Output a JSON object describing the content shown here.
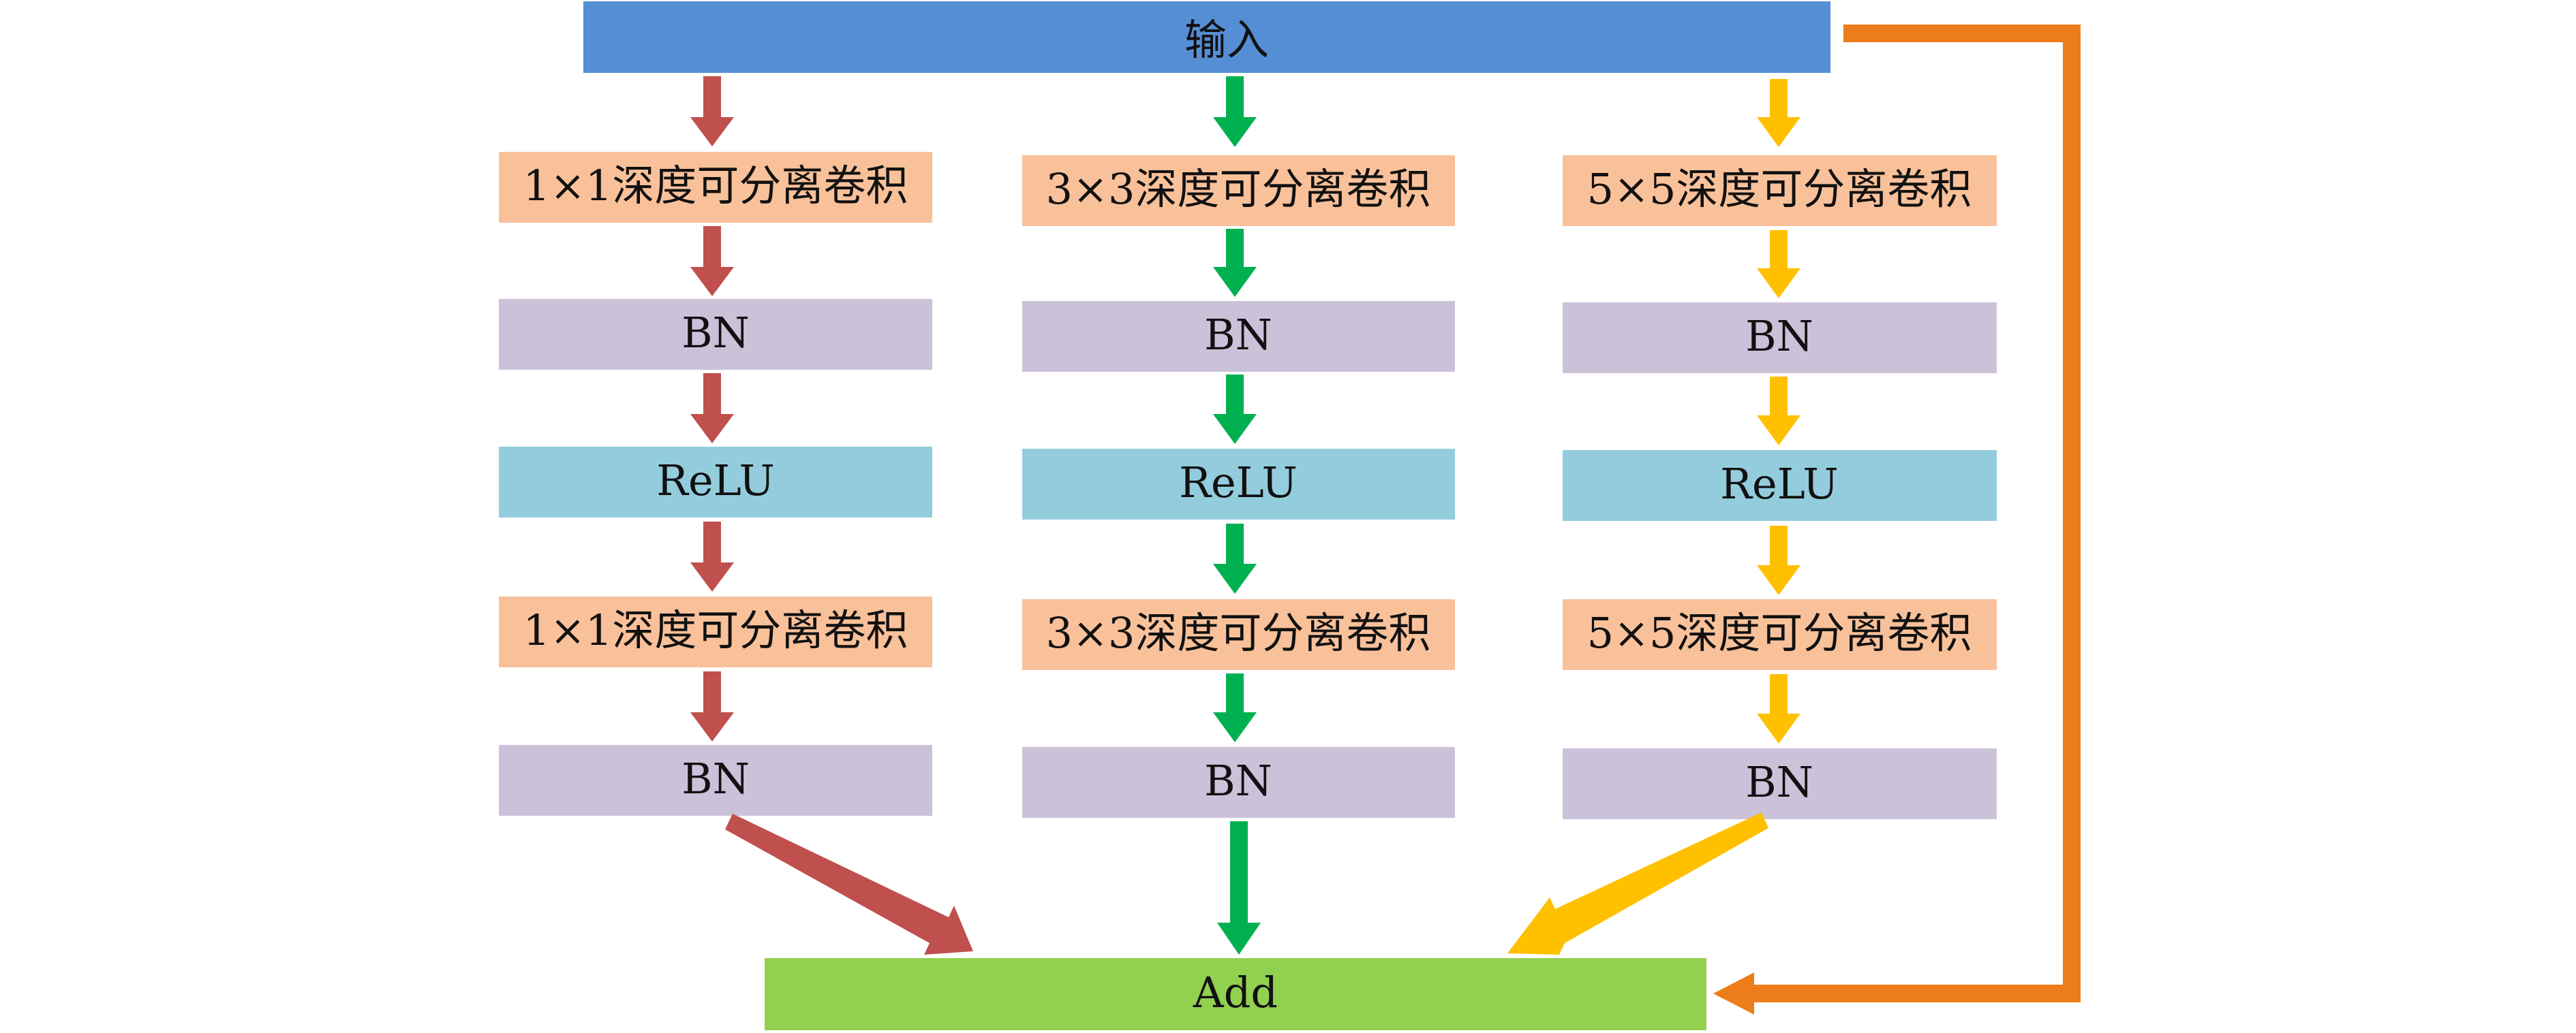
{
  "colors": {
    "input": "#558ED5",
    "conv": "#F9C19A",
    "bn": "#CBC2DA",
    "relu": "#93CDDD",
    "add": "#92D050",
    "branch_1x1": "#C0504D",
    "branch_3x3": "#00B050",
    "branch_5x5": "#FFC000",
    "skip": "#ED7D1A"
  },
  "input": {
    "label": "输入"
  },
  "branches": [
    {
      "id": "1x1",
      "nodes": [
        {
          "type": "conv",
          "label": "1×1深度可分离卷积"
        },
        {
          "type": "bn",
          "label": "BN"
        },
        {
          "type": "relu",
          "label": "ReLU"
        },
        {
          "type": "conv",
          "label": "1×1深度可分离卷积"
        },
        {
          "type": "bn",
          "label": "BN"
        }
      ]
    },
    {
      "id": "3x3",
      "nodes": [
        {
          "type": "conv",
          "label": "3×3深度可分离卷积"
        },
        {
          "type": "bn",
          "label": "BN"
        },
        {
          "type": "relu",
          "label": "ReLU"
        },
        {
          "type": "conv",
          "label": "3×3深度可分离卷积"
        },
        {
          "type": "bn",
          "label": "BN"
        }
      ]
    },
    {
      "id": "5x5",
      "nodes": [
        {
          "type": "conv",
          "label": "5×5深度可分离卷积"
        },
        {
          "type": "bn",
          "label": "BN"
        },
        {
          "type": "relu",
          "label": "ReLU"
        },
        {
          "type": "conv",
          "label": "5×5深度可分离卷积"
        },
        {
          "type": "bn",
          "label": "BN"
        }
      ]
    }
  ],
  "output": {
    "label": "Add"
  }
}
